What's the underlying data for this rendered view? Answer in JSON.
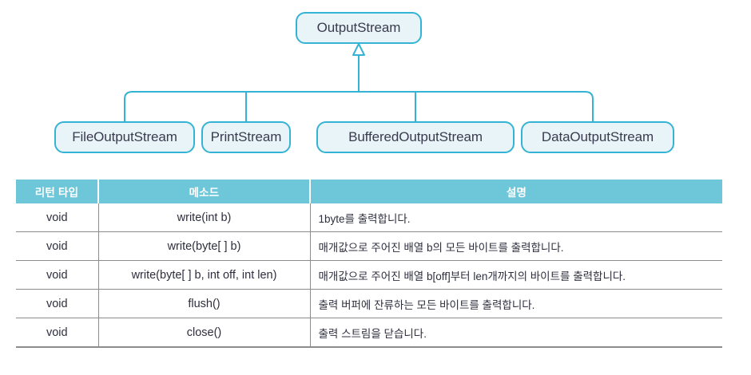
{
  "diagram": {
    "type": "uml-class-hierarchy",
    "accent_color": "#35b3d4",
    "box_fill_color": "#e8f4f7",
    "root": {
      "label": "OutputStream"
    },
    "subclasses": [
      {
        "label": "FileOutputStream"
      },
      {
        "label": "PrintStream"
      },
      {
        "label": "BufferedOutputStream"
      },
      {
        "label": "DataOutputStream"
      }
    ]
  },
  "table": {
    "header_color": "#6ec6d9",
    "columns": [
      {
        "label": "리턴 타입"
      },
      {
        "label": "메소드"
      },
      {
        "label": "설명"
      }
    ],
    "rows": [
      {
        "return_type": "void",
        "method": "write(int b)",
        "description": "1byte를 출력합니다."
      },
      {
        "return_type": "void",
        "method": "write(byte[ ] b)",
        "description": "매개값으로 주어진 배열 b의 모든 바이트를 출력합니다."
      },
      {
        "return_type": "void",
        "method": "write(byte[ ] b, int off, int len)",
        "description": "매개값으로 주어진 배열 b[off]부터 len개까지의 바이트를 출력합니다."
      },
      {
        "return_type": "void",
        "method": "flush()",
        "description": "출력 버퍼에 잔류하는 모든 바이트를 출력합니다."
      },
      {
        "return_type": "void",
        "method": "close()",
        "description": "출력 스트림을 닫습니다."
      }
    ]
  }
}
